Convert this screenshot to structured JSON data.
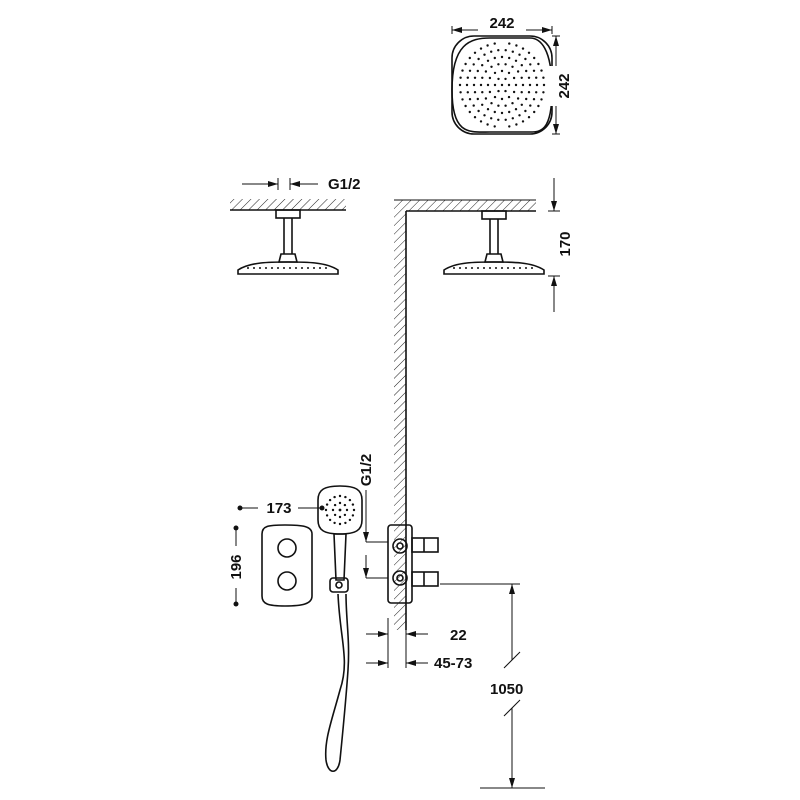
{
  "dimensions": {
    "head_width": "242",
    "head_depth": "242",
    "thread_top": "G1/2",
    "arm_length": "170",
    "thread_hand": "G1/2",
    "plate_width": "173",
    "plate_height": "196",
    "plate_depth": "22",
    "body_depth": "45-73",
    "outlet_height": "1050"
  }
}
